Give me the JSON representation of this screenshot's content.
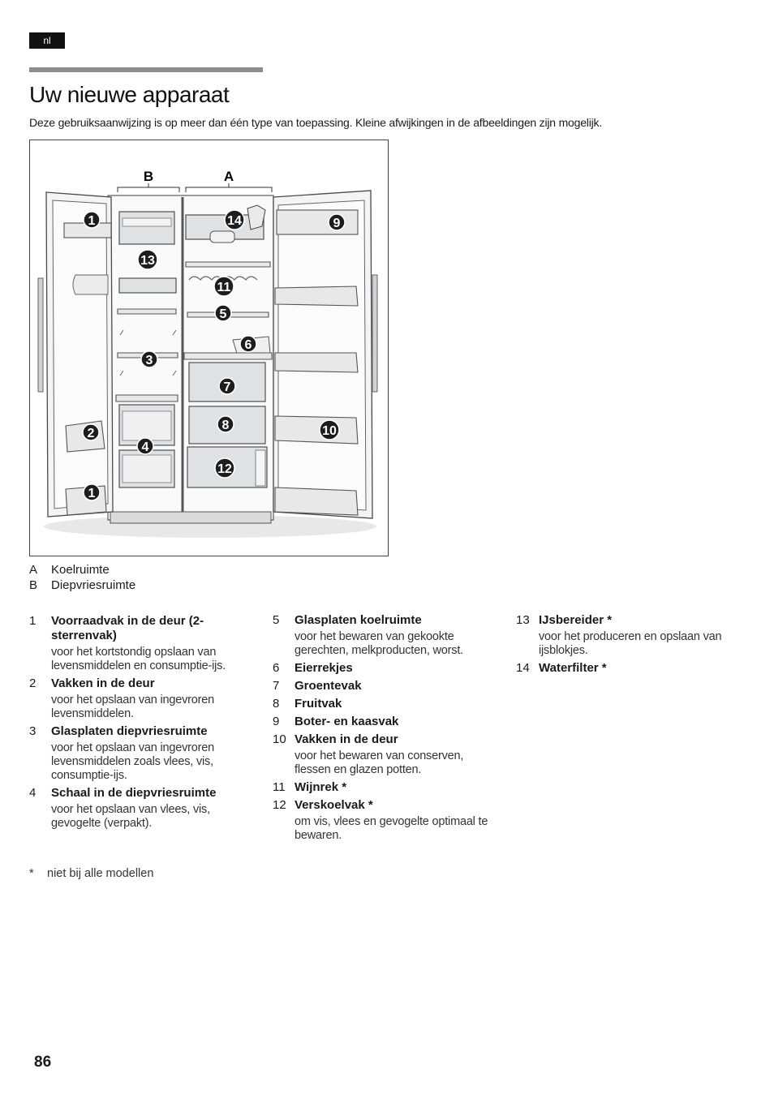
{
  "lang_tag": "nl",
  "title": "Uw nieuwe apparaat",
  "intro": "Deze gebruiksaanwijzing is op meer dan één type van toepassing. Kleine afwijkingen in de afbeeldingen zijn mogelijk.",
  "figure": {
    "label_b": "B",
    "label_a": "A",
    "callouts": [
      "1",
      "13",
      "2",
      "3",
      "4",
      "1",
      "14",
      "9",
      "11",
      "5",
      "6",
      "7",
      "8",
      "12",
      "10"
    ]
  },
  "legend": [
    {
      "key": "A",
      "label": "Koelruimte"
    },
    {
      "key": "B",
      "label": "Diepvriesruimte"
    }
  ],
  "items": [
    {
      "num": "1",
      "label": "Voorraadvak in de deur (2-sterrenvak)",
      "desc": "voor het kortstondig opslaan van levensmiddelen en consumptie-ijs."
    },
    {
      "num": "2",
      "label": "Vakken in de deur",
      "desc": "voor het opslaan van ingevroren levensmiddelen."
    },
    {
      "num": "3",
      "label": "Glasplaten diepvriesruimte",
      "desc": "voor het opslaan van ingevroren levensmiddelen zoals vlees, vis, consumptie-ijs."
    },
    {
      "num": "4",
      "label": "Schaal in de diepvriesruimte",
      "desc": "voor het opslaan van vlees, vis, gevogelte (verpakt)."
    },
    {
      "num": "5",
      "label": "Glasplaten koelruimte",
      "desc": "voor het bewaren van gekookte gerechten, melkproducten, worst."
    },
    {
      "num": "6",
      "label": "Eierrekjes",
      "desc": ""
    },
    {
      "num": "7",
      "label": "Groentevak",
      "desc": ""
    },
    {
      "num": "8",
      "label": "Fruitvak",
      "desc": ""
    },
    {
      "num": "9",
      "label": "Boter- en kaasvak",
      "desc": ""
    },
    {
      "num": "10",
      "label": "Vakken in de deur",
      "desc": "voor het bewaren van conserven, flessen en glazen potten."
    },
    {
      "num": "11",
      "label": "Wijnrek *",
      "desc": ""
    },
    {
      "num": "12",
      "label": "Verskoelvak *",
      "desc": "om vis, vlees en gevogelte optimaal te bewaren."
    },
    {
      "num": "13",
      "label": "IJsbereider *",
      "desc": "voor het produceren en opslaan van ijsblokjes."
    },
    {
      "num": "14",
      "label": "Waterfilter *",
      "desc": ""
    }
  ],
  "footnote": {
    "mark": "*",
    "text": "niet bij alle modellen"
  },
  "page_number": "86"
}
